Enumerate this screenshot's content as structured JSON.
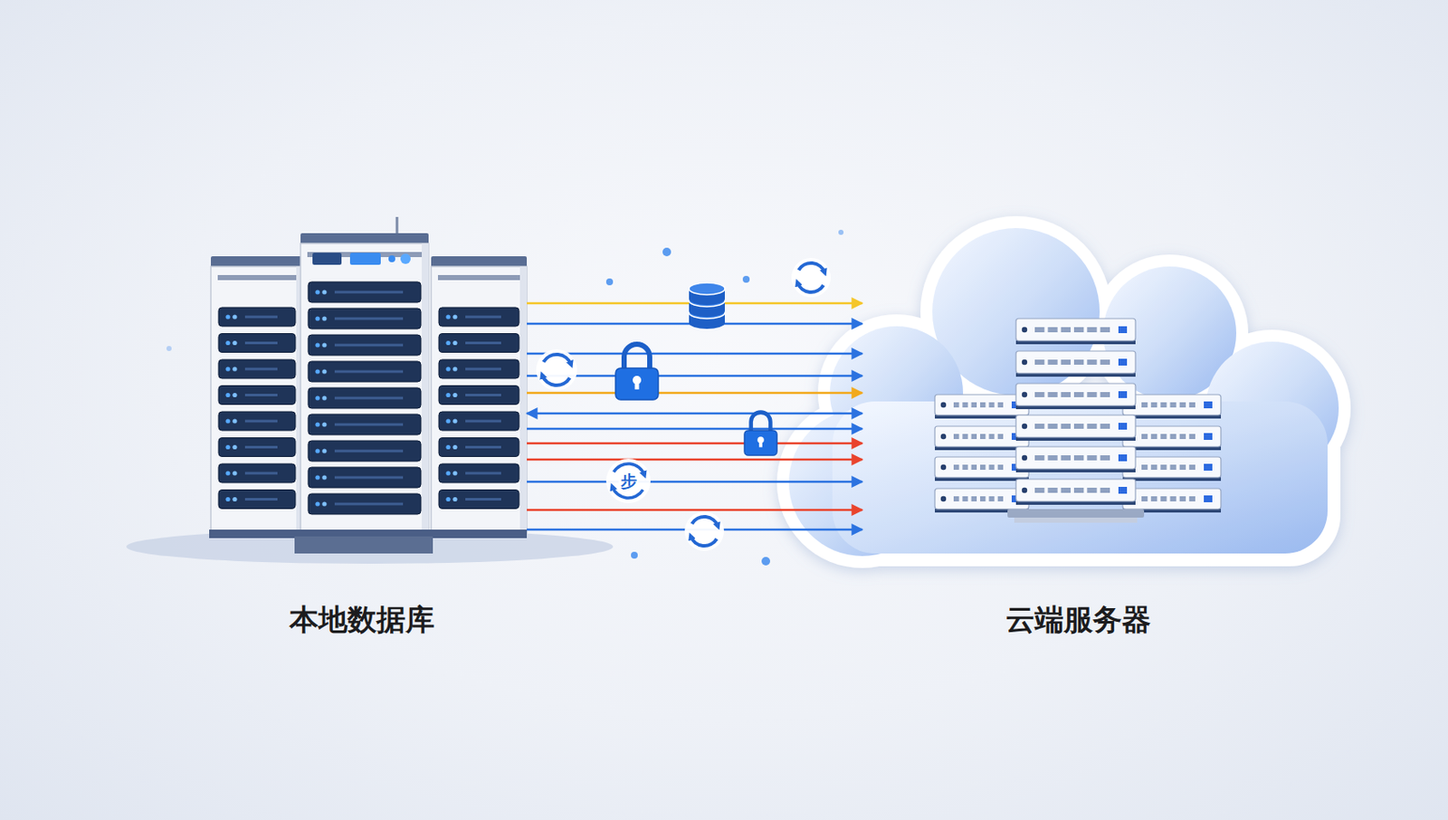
{
  "diagram": {
    "nodes": [
      {
        "text": [
          "本地数据库"
        ]
      },
      {
        "text": [
          "云端服务器"
        ]
      }
    ],
    "edges": [
      {
        "from": 0,
        "to": 1,
        "arrow": "to"
      },
      {
        "from": 0,
        "to": 1,
        "arrow": "to"
      },
      {
        "from": 0,
        "to": 1,
        "arrow": "to"
      },
      {
        "from": 0,
        "to": 1,
        "arrow": "to"
      },
      {
        "from": 0,
        "to": 1,
        "arrow": "to"
      },
      {
        "from": 0,
        "to": 1,
        "arrow": "both"
      },
      {
        "from": 0,
        "to": 1,
        "arrow": "to"
      },
      {
        "from": 0,
        "to": 1,
        "arrow": "to"
      },
      {
        "from": 0,
        "to": 1,
        "arrow": "to"
      },
      {
        "from": 0,
        "to": 1,
        "arrow": "to"
      },
      {
        "from": 0,
        "to": 1,
        "arrow": "to"
      },
      {
        "from": 0,
        "to": 1,
        "arrow": "to"
      }
    ],
    "labels": [
      "步"
    ]
  }
}
